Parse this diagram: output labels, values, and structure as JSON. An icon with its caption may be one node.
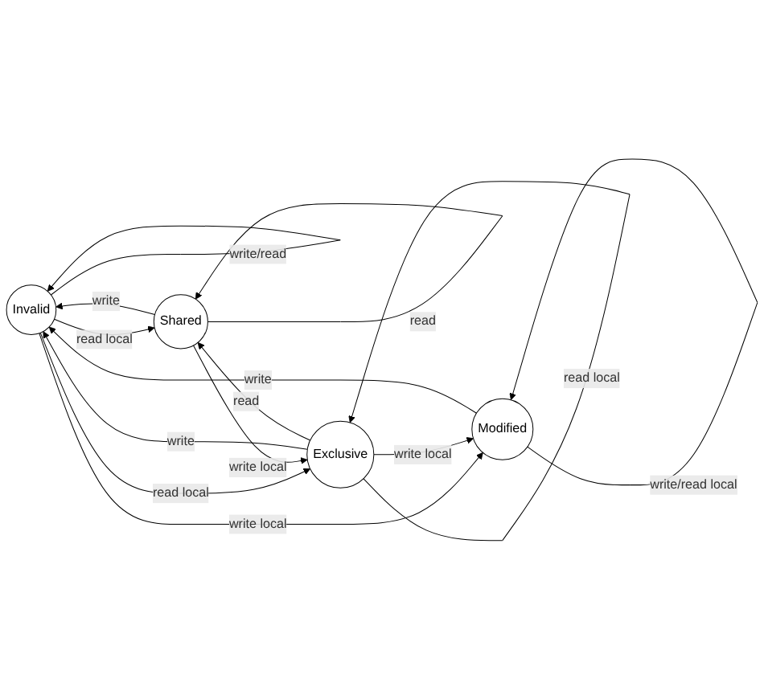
{
  "diagram": {
    "nodes": [
      {
        "text": [
          "Invalid"
        ]
      },
      {
        "text": [
          "Shared"
        ]
      },
      {
        "text": [
          "Modified"
        ]
      },
      {
        "text": [
          "Exclusive"
        ]
      }
    ],
    "edges": [
      {
        "from": 0,
        "to": 0,
        "arrow": "to",
        "label": "write/read"
      },
      {
        "from": 1,
        "to": 1,
        "arrow": "to",
        "label": "read"
      },
      {
        "from": 0,
        "to": 1,
        "arrow": "to",
        "label": "read local"
      },
      {
        "from": 1,
        "to": 0,
        "arrow": "to",
        "label": "write"
      },
      {
        "from": 0,
        "to": 2,
        "arrow": "to",
        "label": "write local"
      },
      {
        "from": 2,
        "to": 0,
        "arrow": "to",
        "label": "write"
      },
      {
        "from": 3,
        "to": 0,
        "arrow": "to",
        "label": "write"
      },
      {
        "from": 0,
        "to": 3,
        "arrow": "to",
        "label": "read local"
      },
      {
        "from": 1,
        "to": 3,
        "arrow": "to",
        "label": "write local"
      },
      {
        "from": 3,
        "to": 1,
        "arrow": "to",
        "label": "read"
      },
      {
        "from": 3,
        "to": 2,
        "arrow": "to",
        "label": "write local"
      },
      {
        "from": 2,
        "to": 2,
        "arrow": "to",
        "label": "write/read local"
      },
      {
        "from": 3,
        "to": 3,
        "arrow": "to",
        "label": "read local"
      }
    ]
  }
}
